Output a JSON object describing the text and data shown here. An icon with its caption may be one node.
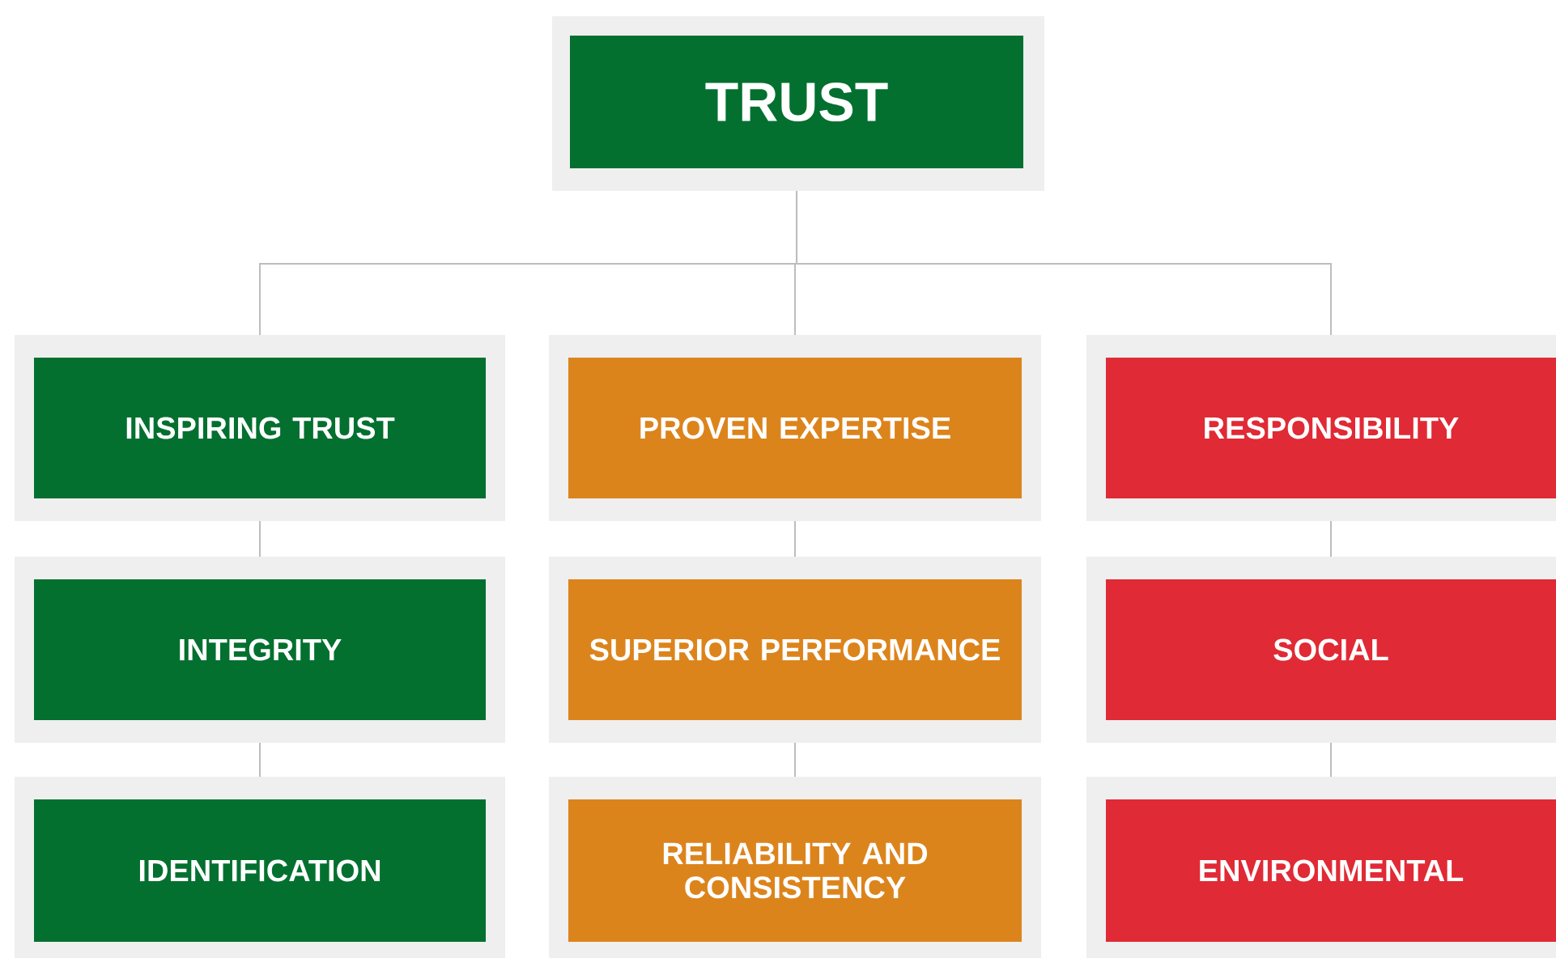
{
  "diagram": {
    "nodes": [
      {
        "text": [
          "TRUST"
        ]
      },
      {
        "text": [
          "INSPIRING TRUST"
        ]
      },
      {
        "text": [
          "PROVEN EXPERTISE"
        ]
      },
      {
        "text": [
          "RESPONSIBILITY"
        ]
      },
      {
        "text": [
          "INTEGRITY"
        ]
      },
      {
        "text": [
          "SUPERIOR PERFORMANCE"
        ]
      },
      {
        "text": [
          "SOCIAL"
        ]
      },
      {
        "text": [
          "IDENTIFICATION"
        ]
      },
      {
        "text": [
          "RELIABILITY AND CONSISTENCY"
        ]
      },
      {
        "text": [
          "ENVIRONMENTAL"
        ]
      }
    ],
    "edges": [
      {
        "from": 0,
        "to": 1,
        "arrow": "none"
      },
      {
        "from": 0,
        "to": 2,
        "arrow": "none"
      },
      {
        "from": 0,
        "to": 3,
        "arrow": "none"
      },
      {
        "from": 1,
        "to": 4,
        "arrow": "none"
      },
      {
        "from": 2,
        "to": 5,
        "arrow": "none"
      },
      {
        "from": 3,
        "to": 6,
        "arrow": "none"
      },
      {
        "from": 4,
        "to": 7,
        "arrow": "none"
      },
      {
        "from": 5,
        "to": 8,
        "arrow": "none"
      },
      {
        "from": 6,
        "to": 9,
        "arrow": "none"
      }
    ]
  }
}
